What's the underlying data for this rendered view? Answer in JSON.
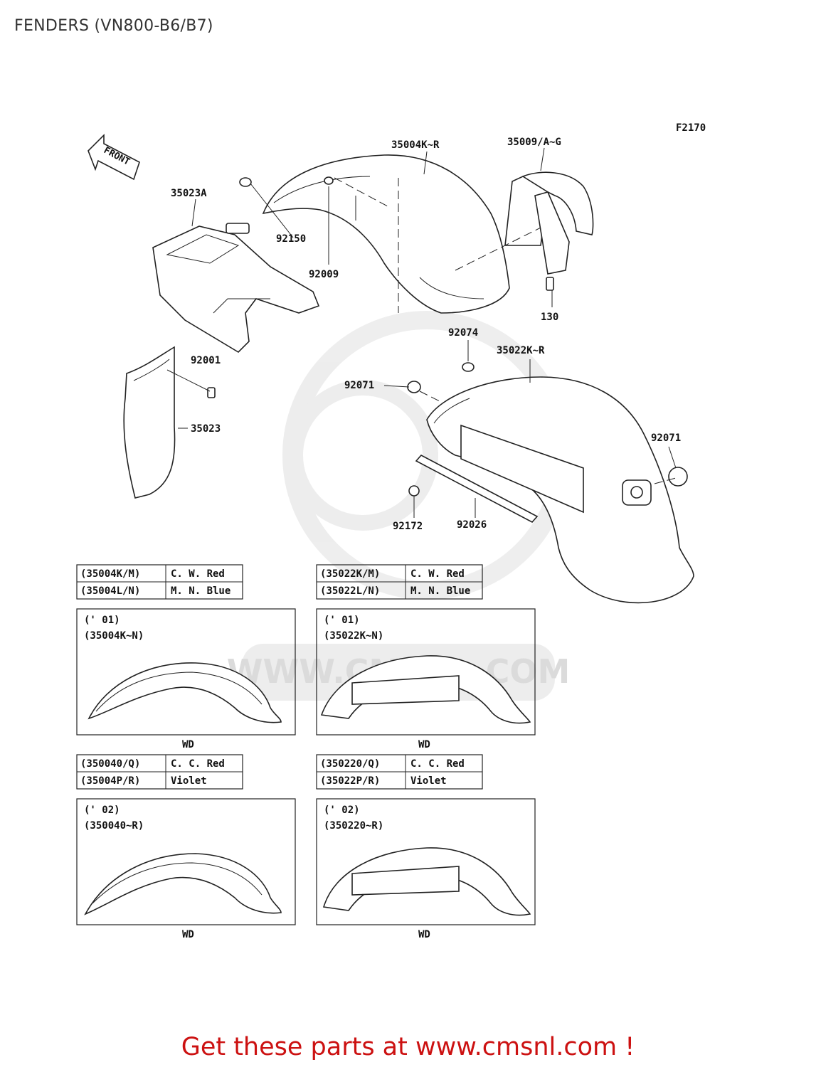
{
  "page": {
    "title": "FENDERS (VN800-B6/B7)",
    "footer": "Get these parts at www.cmsnl.com !",
    "figure_code": "F2170",
    "front_marker": "FRONT",
    "watermark": "WWW.CMSNL.COM"
  },
  "callouts": [
    {
      "id": "35004K~R",
      "label": "35004K~R"
    },
    {
      "id": "35009/A~G",
      "label": "35009/A~G"
    },
    {
      "id": "35023A",
      "label": "35023A"
    },
    {
      "id": "92150",
      "label": "92150"
    },
    {
      "id": "92009",
      "label": "92009"
    },
    {
      "id": "130",
      "label": "130"
    },
    {
      "id": "92074",
      "label": "92074"
    },
    {
      "id": "35022K~R",
      "label": "35022K~R"
    },
    {
      "id": "92001",
      "label": "92001"
    },
    {
      "id": "92071a",
      "label": "92071"
    },
    {
      "id": "92071b",
      "label": "92071"
    },
    {
      "id": "35023",
      "label": "35023"
    },
    {
      "id": "92172",
      "label": "92172"
    },
    {
      "id": "92026",
      "label": "92026"
    }
  ],
  "color_tables": [
    {
      "rows": [
        [
          "(35004K/M)",
          "C. W. Red"
        ],
        [
          "(35004L/N)",
          "M. N. Blue"
        ]
      ]
    },
    {
      "rows": [
        [
          "(35022K/M)",
          "C. W. Red"
        ],
        [
          "(35022L/N)",
          "M. N. Blue"
        ]
      ]
    },
    {
      "rows": [
        [
          "(350040/Q)",
          "C. C. Red"
        ],
        [
          "(35004P/R)",
          "Violet"
        ]
      ]
    },
    {
      "rows": [
        [
          "(350220/Q)",
          "C. C. Red"
        ],
        [
          "(35022P/R)",
          "Violet"
        ]
      ]
    }
  ],
  "variant_boxes": [
    {
      "year": "(' 01)",
      "range": "(35004K~N)",
      "caption": "WD"
    },
    {
      "year": "(' 01)",
      "range": "(35022K~N)",
      "caption": "WD"
    },
    {
      "year": "(' 02)",
      "range": "(350040~R)",
      "caption": "WD"
    },
    {
      "year": "(' 02)",
      "range": "(350220~R)",
      "caption": "WD"
    }
  ]
}
